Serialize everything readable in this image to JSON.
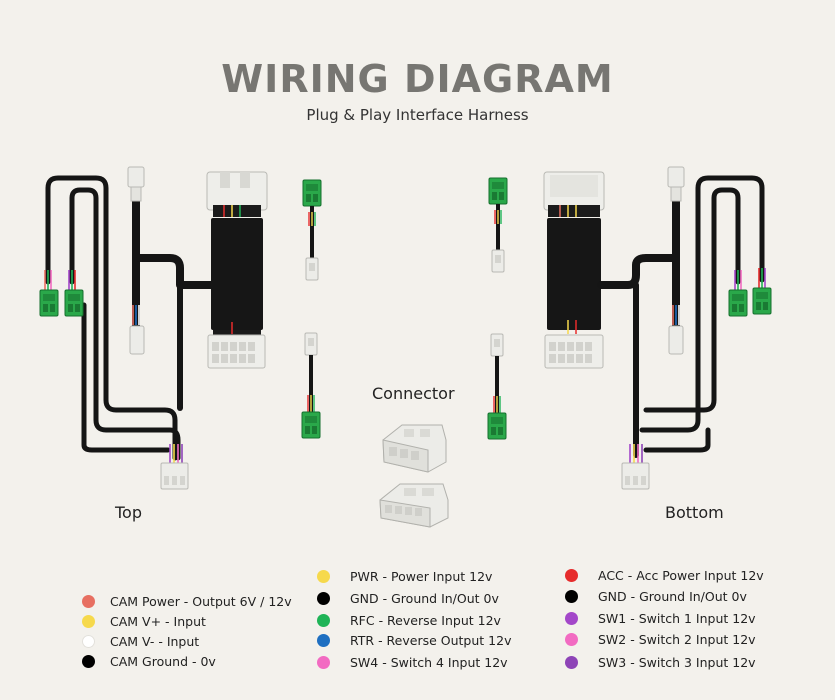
{
  "title": "WIRING DIAGRAM",
  "subtitle": "Plug & Play Interface Harness",
  "labels": {
    "connector": "Connector",
    "top": "Top",
    "bottom": "Bottom"
  },
  "colors": {
    "harness_body": "#161616",
    "connector_green": "#2aa84a",
    "connector_white": "#e8e8e4",
    "background": "#f3f1ec"
  },
  "legend": {
    "col1": [
      {
        "text": "CAM Power - Output 6V / 12v",
        "color": "#e76f61"
      },
      {
        "text": "CAM V+ - Input",
        "color": "#f6d94c"
      },
      {
        "text": "CAM V- - Input",
        "color": "#ffffff"
      },
      {
        "text": "CAM Ground - 0v",
        "color": "#000000"
      }
    ],
    "col2": [
      {
        "text": "PWR - Power Input 12v",
        "color": "#f6d94c"
      },
      {
        "text": "GND - Ground In/Out 0v",
        "color": "#000000"
      },
      {
        "text": "RFC - Reverse Input 12v",
        "color": "#1fb457"
      },
      {
        "text": "RTR - Reverse Output 12v",
        "color": "#1e6fc1"
      },
      {
        "text": "SW4 - Switch 4 Input 12v",
        "color": "#f26bc2"
      }
    ],
    "col3": [
      {
        "text": "ACC - Acc Power Input 12v",
        "color": "#e62c2c"
      },
      {
        "text": "GND - Ground In/Out 0v",
        "color": "#000000"
      },
      {
        "text": "SW1 - Switch 1 Input 12v",
        "color": "#a347c9"
      },
      {
        "text": "SW2 - Switch 2  Input 12v",
        "color": "#f26bc2"
      },
      {
        "text": "SW3 - Switch 3 Input 12v",
        "color": "#8e44b7"
      }
    ]
  }
}
